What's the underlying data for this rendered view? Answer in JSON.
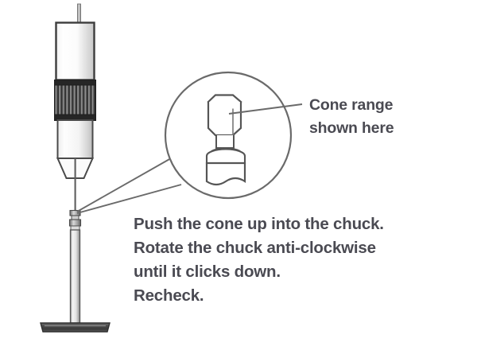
{
  "diagram": {
    "title": "Cone and chuck fitting instruction",
    "background_color": "#ffffff",
    "stroke_color": "#6a6a6a",
    "dark_stroke_color": "#3d3d3d",
    "text_color": "#4a4a52",
    "knurl_color": "#2b2b2b"
  },
  "callout": {
    "label_line_1": "Cone range",
    "label_line_2": "shown here"
  },
  "instructions": {
    "line_1": "Push the cone up into the chuck.",
    "line_2": "Rotate the chuck anti-clockwise",
    "line_3": "until it clicks down.",
    "line_4": "Recheck."
  },
  "parts": {
    "gauge_stem": "gauge-stem",
    "gauge_body": "gauge-body-cylinder",
    "knurled_collar": "knurled-collar",
    "lower_barrel": "lower-barrel",
    "nose_cone": "tapered-nose-cone",
    "spindle": "spindle-needle",
    "stand_post": "stand-post",
    "stand_base": "stand-base-plate",
    "chuck_small": "chuck-assembly",
    "magnifier": "magnifier-circle",
    "cone_detail": "cone-detail",
    "chuck_detail": "chuck-detail"
  }
}
